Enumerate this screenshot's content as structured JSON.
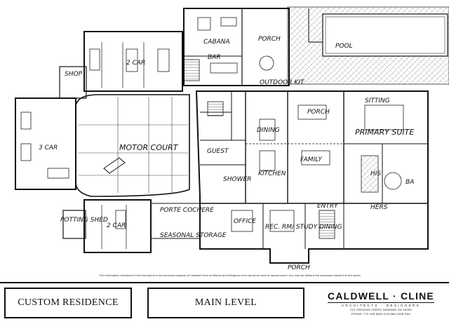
{
  "rooms": {
    "pool": "POOL",
    "cabana": "CABANA",
    "porch_top": "PORCH",
    "car_top": "2 CAR",
    "bar": "BAR",
    "outdoor_kit": "OUTDOOR KIT",
    "sitting": "SITTING",
    "porch_mid": "PORCH",
    "primary_suite": "PRIMARY SUITE",
    "dining": "DINING",
    "family": "FAMILY",
    "kitchen": "KITCHEN",
    "motor_court": "MOTOR COURT",
    "car_left": "3 CAR",
    "shop": "SHOP",
    "guest": "GUEST",
    "shower": "SHOWER",
    "his": "HIS",
    "hers": "HERS",
    "bath": "BA",
    "porte_cochere": "PORTE COCHERE",
    "potting_shed": "POTTING SHED",
    "car_bottom": "2 CAR",
    "seasonal_storage": "SEASONAL STORAGE",
    "office": "OFFICE",
    "rec_rm": "REC. RM/ STUDY DINING",
    "entry": "ENTRY",
    "porch_bottom": "PORCH"
  },
  "disclaimer": "The information contained in this document is the exclusive property of Caldwell-Cline Architects and Designers and cannot be used or reproduced in any manner without the expressed consent of the owner.",
  "title_block": {
    "project": "CUSTOM RESIDENCE",
    "sheet": "MAIN LEVEL",
    "firm_name": "CALDWELL · CLINE",
    "firm_tagline": "ARCHITECTS · DESIGNERS",
    "firm_address": "222 GROGAN CREEK NEWNAN GA 30263",
    "firm_phone": "PHONE 770.495.5843    678.868.4058 FAX"
  }
}
